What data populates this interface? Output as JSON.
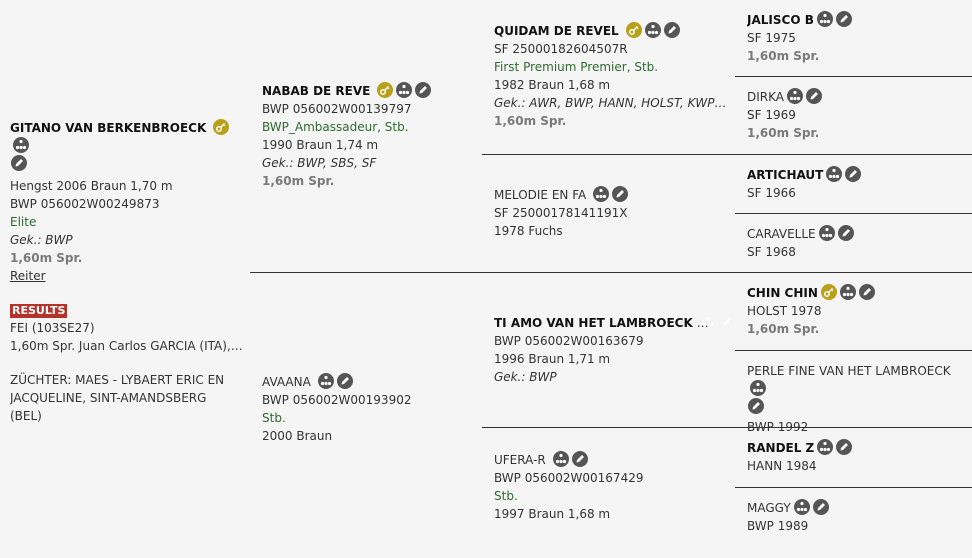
{
  "subject": {
    "name": "GITANO VAN BERKENBROECK",
    "line1": "Hengst 2006 Braun 1,70 m",
    "line2": "BWP 056002W00249873",
    "line3": "Elite",
    "line4": "Gek.: BWP",
    "line5": "1,60m Spr.",
    "rider_link": "Reiter",
    "results_badge": "RESULTS",
    "fei": "FEI (103SE27)",
    "result_line": "1,60m Spr. Juan Carlos GARCIA (ITA), 2...",
    "breeder1": "ZÜCHTER: MAES  - LYBAERT ERIC EN",
    "breeder2": "JACQUELINE, SINT-AMANDSBERG",
    "breeder3": "(BEL)"
  },
  "sire": {
    "name": "NABAB DE REVE",
    "line1": "BWP 056002W00139797",
    "line2": "BWP_Ambassadeur, Stb.",
    "line3": "1990 Braun 1,74 m",
    "line4": "Gek.: BWP, SBS, SF",
    "line5": "1,60m Spr."
  },
  "dam": {
    "name": "AVAANA",
    "line1": "BWP 056002W00193902",
    "line2": "Stb.",
    "line3": "2000 Braun"
  },
  "ss": {
    "name": "QUIDAM DE REVEL",
    "line1": "SF 25000182604507R",
    "line2": "First Premium Premier, Stb.",
    "line3": "1982 Braun 1,68 m",
    "line4": "Gek.: AWR, BWP, HANN, HOLST, KWPN, M...",
    "line5": "1,60m Spr."
  },
  "sd": {
    "name": "MELODIE EN FA",
    "line1": "SF 25000178141191X",
    "line2": "1978 Fuchs"
  },
  "ds": {
    "name": "TI AMO VAN HET LAMBROECK",
    "line1": "BWP 056002W00163679",
    "line2": "1996 Braun 1,71 m",
    "line3": "Gek.: BWP"
  },
  "dd": {
    "name": "UFERA-R",
    "line1": "BWP 056002W00167429",
    "line2": "Stb.",
    "line3": "1997 Braun 1,68 m"
  },
  "g3": [
    {
      "name": "JALISCO B",
      "line1": "SF 1975",
      "line2": "1,60m Spr."
    },
    {
      "name": "DIRKA",
      "line1": "SF 1969",
      "line2": "1,60m Spr."
    },
    {
      "name": "ARTICHAUT",
      "line1": "SF 1966"
    },
    {
      "name": "CARAVELLE",
      "line1": "SF 1968"
    },
    {
      "name": "CHIN CHIN",
      "line1": "HOLST 1978",
      "line2": "1,60m Spr."
    },
    {
      "name": "PERLE FINE VAN HET LAMBROECK",
      "line1": "BWP 1992"
    },
    {
      "name": "RANDEL Z",
      "line1": "HANN 1984"
    },
    {
      "name": "MAGGY",
      "line1": "BWP 1989"
    }
  ],
  "colors": {
    "accent_gold": "#b8a018",
    "icon_dark": "#555555",
    "green_text": "#2e6b2e",
    "results_red": "#b4322a"
  },
  "icons": [
    "key-icon",
    "pedigree-icon",
    "edit-icon"
  ]
}
